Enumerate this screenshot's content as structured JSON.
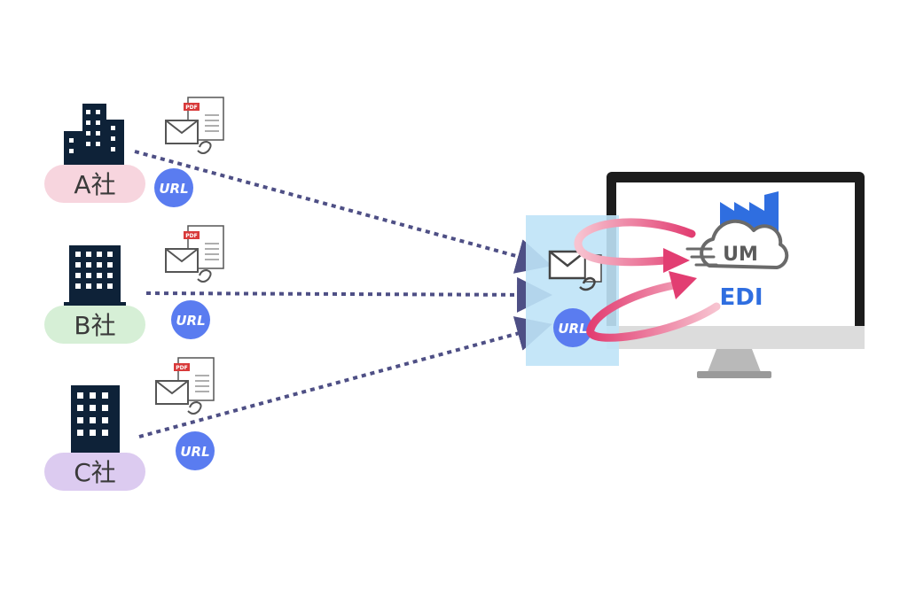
{
  "companies": [
    {
      "label": "A社",
      "pill_color": "#f7d5de"
    },
    {
      "label": "B社",
      "pill_color": "#d6efd6"
    },
    {
      "label": "C社",
      "pill_color": "#dccbf0"
    }
  ],
  "badges": {
    "url": "URL",
    "pdf": "PDF"
  },
  "receiver": {
    "um": "UM",
    "edi": "EDI"
  },
  "colors": {
    "building": "#0e2238",
    "dotted_line": "#4e4f85",
    "url_badge": "#5a7cf0",
    "pdf_tag": "#d83a3a",
    "collector_box": "#bfe3f7",
    "arrow": "#e4537e",
    "edi_blue": "#2f6ee0"
  }
}
